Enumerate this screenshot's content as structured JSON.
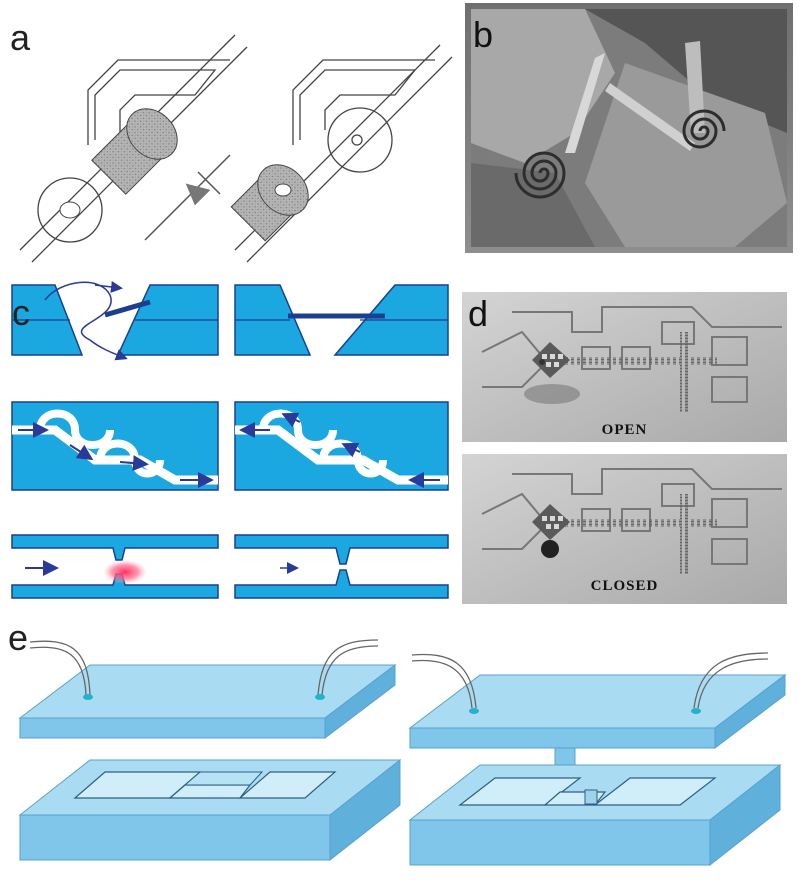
{
  "figure": {
    "panel_labels": {
      "a": "a",
      "b": "b",
      "c": "c",
      "d": "d",
      "e": "e"
    },
    "panel_d": {
      "open_caption": "OPEN",
      "closed_caption": "CLOSED"
    },
    "colors": {
      "chip_blue": "#1ba8e0",
      "chip_outline": "#1b3f8f",
      "flow_arrow": "#2a3a9a",
      "sem_grey": "#8a8a8a",
      "heat_spot": "#ff3b6b",
      "plate_top": "#a9dcf3",
      "plate_front": "#7fc6ea",
      "plate_side": "#5fb1dc",
      "tube_tip": "#21b3c8"
    }
  }
}
